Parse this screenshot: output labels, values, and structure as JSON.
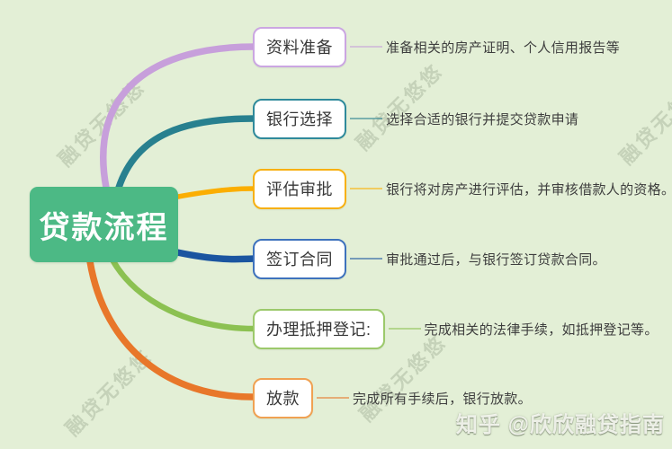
{
  "colors": {
    "background": "#e3efd6",
    "center_fill": "#4cb985",
    "center_text": "#ffffff",
    "topic_text": "#383838",
    "note_text": "#3e3e3e"
  },
  "center": {
    "label": "贷款流程"
  },
  "branches": [
    {
      "label": "资料准备",
      "note": "准备相关的房产证明、个人信用报告等",
      "color": "#c79fdb",
      "border": "#cba6e2"
    },
    {
      "label": "银行选择",
      "note": "选择合适的银行并提交贷款申请",
      "color": "#28808f",
      "border": "#2f8a9b"
    },
    {
      "label": "评估审批",
      "note": "银行将对房产进行评估，并审核借款人的资格。",
      "color": "#fbae02",
      "border": "#f7b011"
    },
    {
      "label": "签订合同",
      "note": "审批通过后，与银行签订贷款合同。",
      "color": "#1b55a0",
      "border": "#3e72bd"
    },
    {
      "label": "办理抵押登记:",
      "note": "完成相关的法律手续，如抵押登记等。",
      "color": "#8cc152",
      "border": "#9cc96b"
    },
    {
      "label": "放款",
      "note": "完成所有手续后，银行放款。",
      "color": "#e8772a",
      "border": "#f0a152"
    }
  ],
  "watermark": {
    "text": "融贷无悠悠"
  },
  "credit": {
    "text": "知乎 @欣欣融贷指南"
  }
}
